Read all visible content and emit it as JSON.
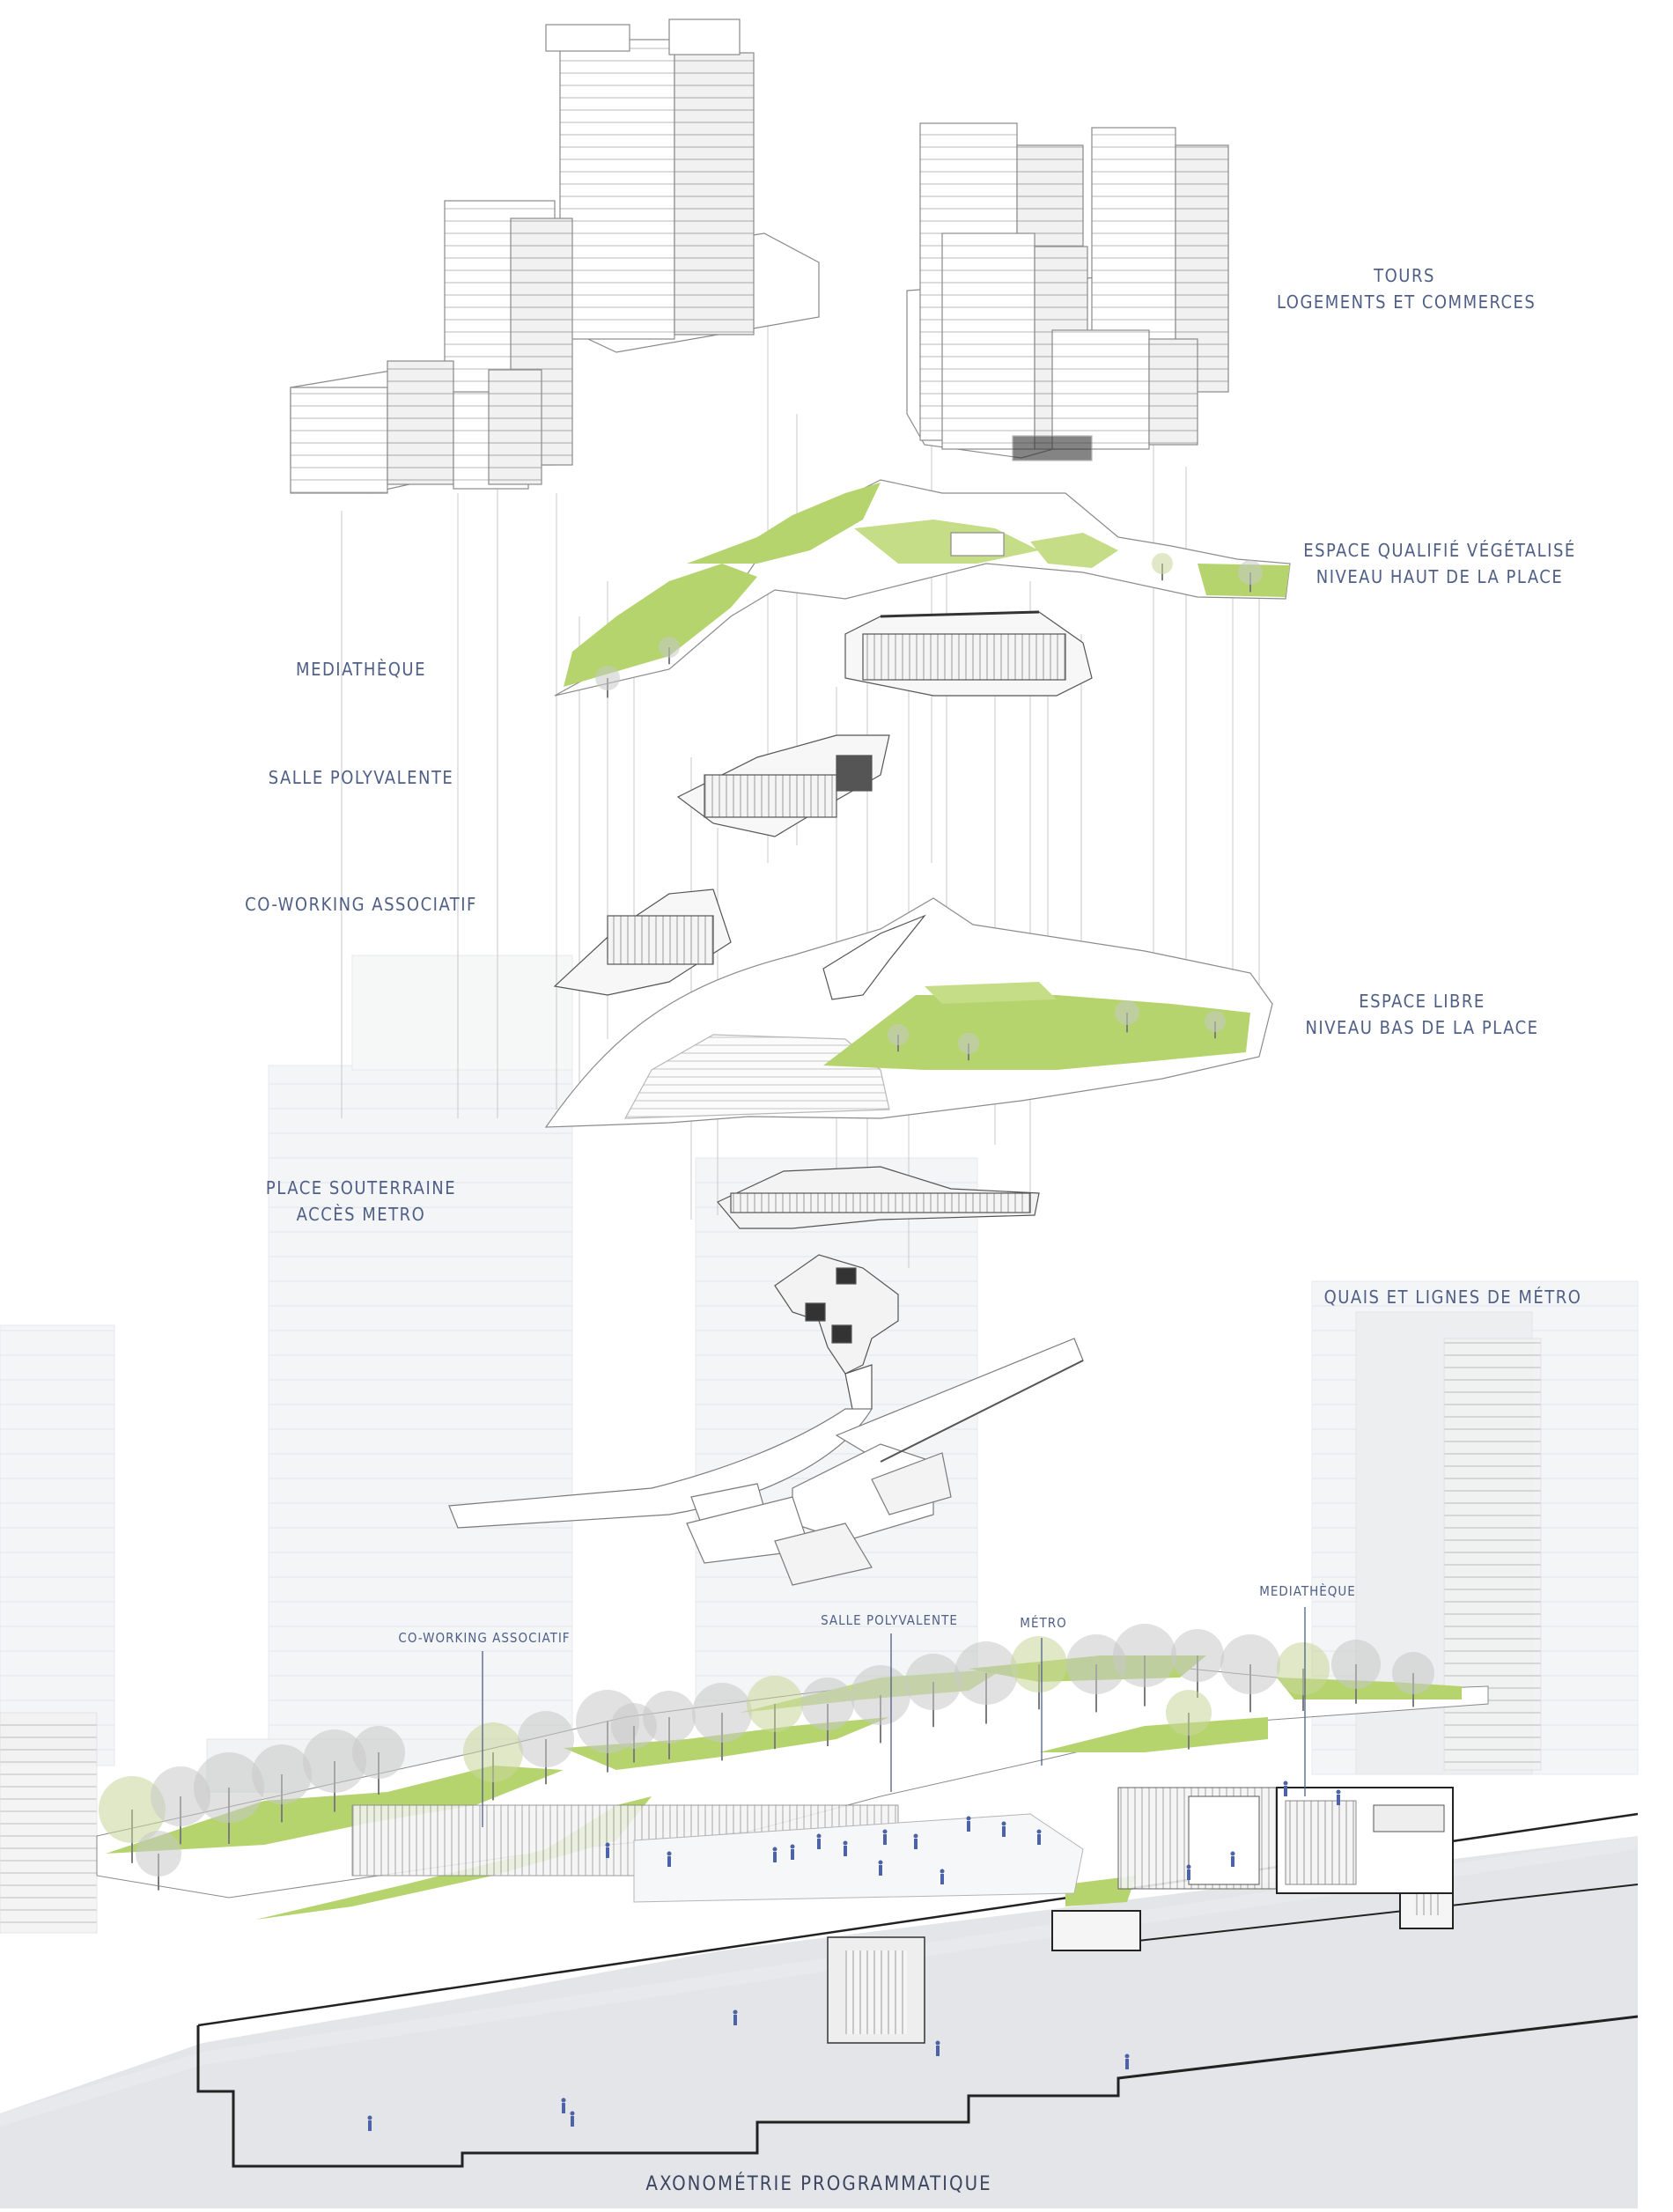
{
  "labels": {
    "tours": [
      "TOURS",
      "LOGEMENTS ET COMMERCES"
    ],
    "espace_qualifie": [
      "ESPACE QUALIFIÉ VÉGÉTALISÉ",
      "NIVEAU HAUT DE LA PLACE"
    ],
    "mediatheque": "MEDIATHÈQUE",
    "salle_polyvalente": "SALLE POLYVALENTE",
    "coworking": "CO-WORKING ASSOCIATIF",
    "espace_libre": [
      "ESPACE LIBRE",
      "NIVEAU BAS DE LA PLACE"
    ],
    "place_souterraine": [
      "PLACE SOUTERRAINE",
      "ACCÈS METRO"
    ],
    "quais": "QUAIS ET LIGNES DE MÉTRO"
  },
  "section_labels": {
    "coworking": "CO-WORKING ASSOCIATIF",
    "salle_polyvalente": "SALLE POLYVALENTE",
    "metro": "MÉTRO",
    "mediatheque": "MEDIATHÈQUE"
  },
  "caption": "AXONOMÉTRIE PROGRAMMATIQUE",
  "colors": {
    "label": "#4f5f86",
    "line": "#7a7a7a",
    "greenery": "#b5d46e",
    "ground": "#e4e5e8"
  }
}
